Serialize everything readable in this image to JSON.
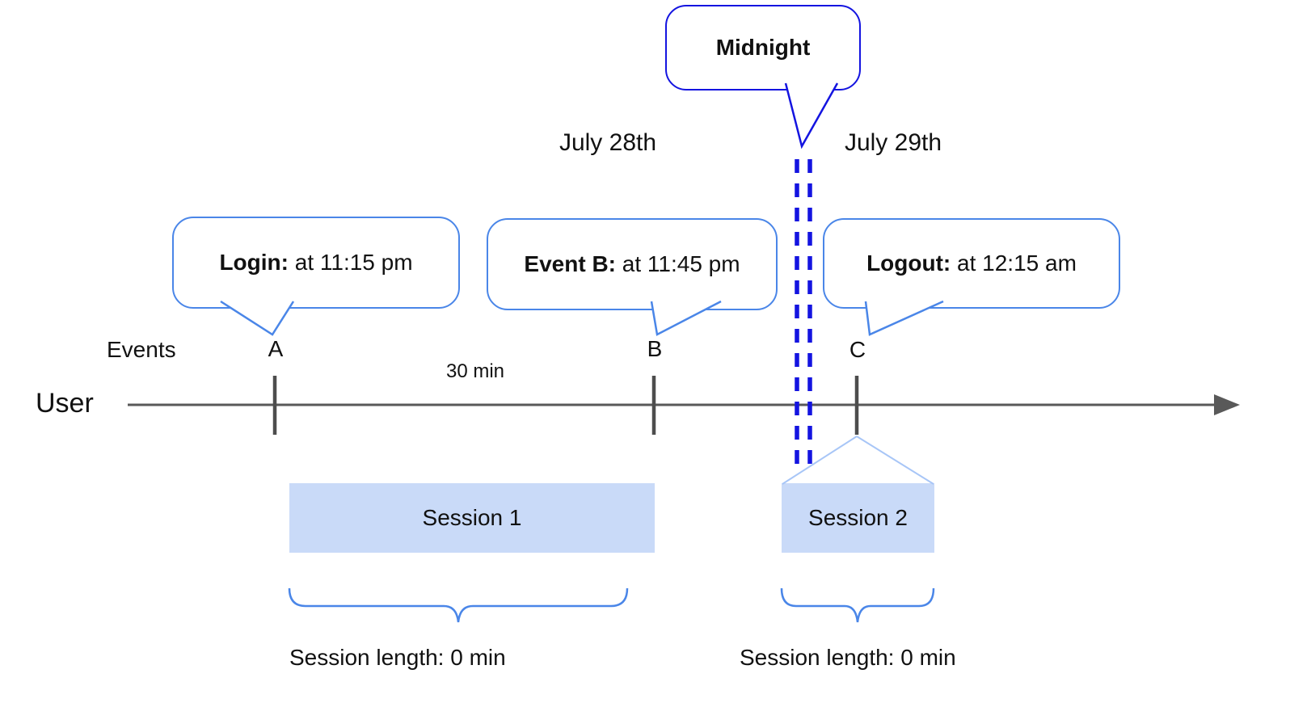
{
  "diagram": {
    "type": "timeline",
    "midnight_callout": {
      "label": "Midnight"
    },
    "dates": {
      "left": "July 28th",
      "right": "July 29th"
    },
    "axis": {
      "events_label": "Events",
      "user_label": "User",
      "interval_label": "30 min"
    },
    "events": [
      {
        "id": "A",
        "callout_bold": "Login:",
        "callout_rest": " at 11:15 pm"
      },
      {
        "id": "B",
        "callout_bold": "Event B:",
        "callout_rest": " at 11:45 pm"
      },
      {
        "id": "C",
        "callout_bold": "Logout:",
        "callout_rest": " at 12:15 am"
      }
    ],
    "sessions": [
      {
        "label": "Session 1",
        "length_label": "Session length: 0 min"
      },
      {
        "label": "Session 2",
        "length_label": "Session length: 0 min"
      }
    ],
    "colors": {
      "dark_blue": "#1414e0",
      "cornflower_blue": "#4a86e8",
      "light_blue_line": "#a8c6f7",
      "session_fill": "#c9daf8",
      "axis_gray": "#595959",
      "text": "#111111"
    }
  }
}
